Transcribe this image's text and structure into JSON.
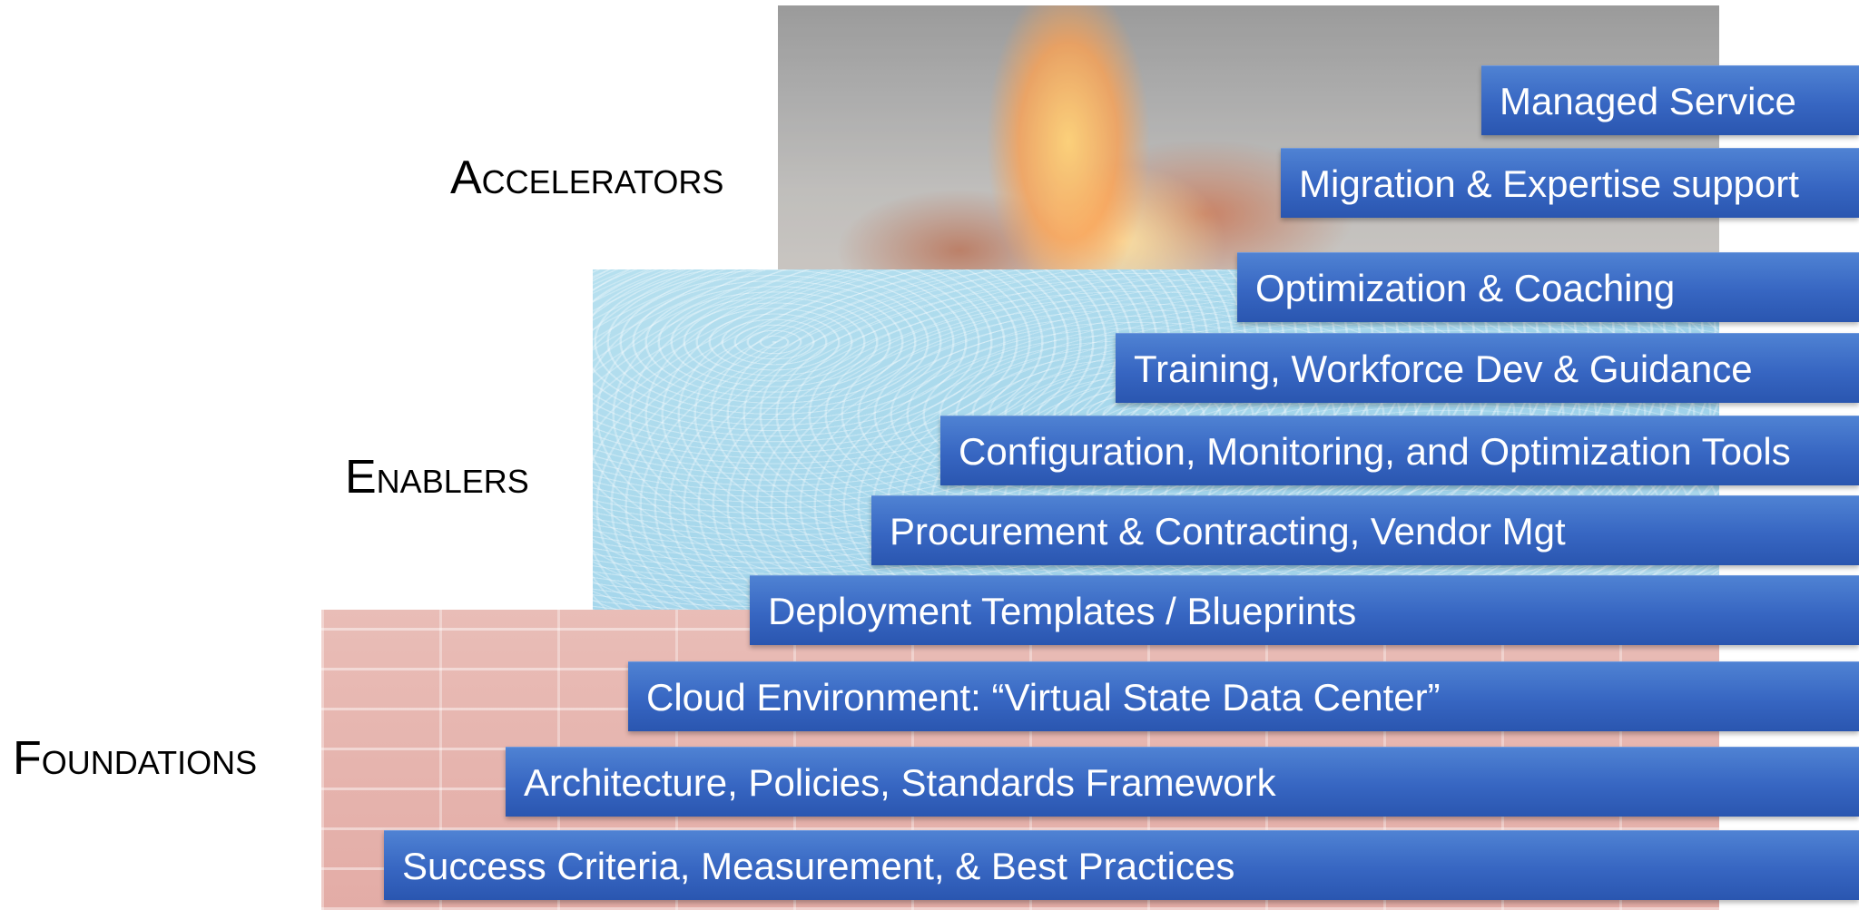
{
  "tiers": {
    "accelerators": "Accelerators",
    "enablers": "Enablers",
    "foundations": "Foundations"
  },
  "bars": [
    "Managed Service",
    "Migration & Expertise support",
    "Optimization & Coaching",
    "Training, Workforce Dev & Guidance",
    "Configuration, Monitoring, and Optimization Tools",
    "Procurement & Contracting, Vendor Mgt",
    "Deployment Templates / Blueprints",
    "Cloud Environment: “Virtual State Data Center”",
    "Architecture, Policies, Standards Framework",
    "Success Criteria, Measurement, & Best Practices"
  ],
  "colors": {
    "bar": "#3766c2",
    "fire": "#9b9b9b",
    "water": "#a8d8ec",
    "brick": "#e8b7b2"
  }
}
